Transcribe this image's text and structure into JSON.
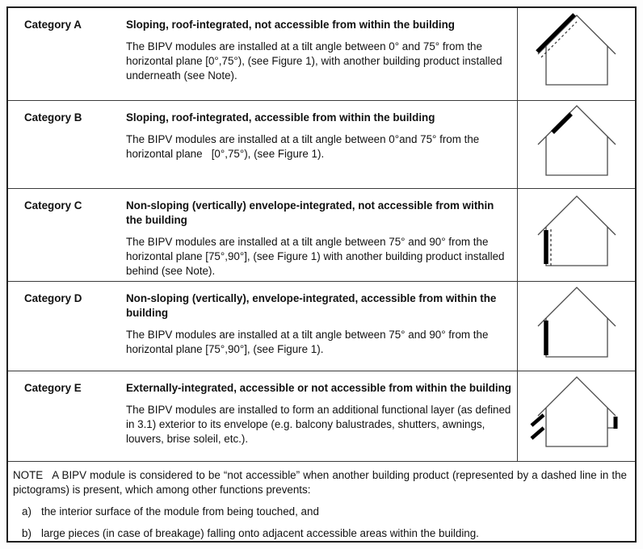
{
  "table": {
    "rows": [
      {
        "label": "Category A",
        "heading": "Sloping, roof-integrated, not accessible from within the building",
        "body": "The BIPV modules are installed at a tilt angle between 0° and 75° from the horizontal plane [0°,75°), (see Figure 1), with another building product installed underneath (see Note).",
        "pictogram": "house-roof-module-with-dashed-layer-icon"
      },
      {
        "label": "Category B",
        "heading": "Sloping, roof-integrated, accessible from within the building",
        "body": "The BIPV modules are installed at a tilt angle between 0°and 75° from the horizontal plane   [0°,75°), (see Figure 1).",
        "pictogram": "house-roof-module-icon"
      },
      {
        "label": "Category C",
        "heading": "Non-sloping (vertically) envelope-integrated, not accessible from within the building",
        "body": "The BIPV modules are installed at a tilt angle between 75° and 90° from the horizontal plane [75°,90°], (see Figure 1) with another building product installed behind (see Note).",
        "pictogram": "house-wall-module-with-dashed-layer-icon"
      },
      {
        "label": "Category D",
        "heading": "Non-sloping (vertically), envelope-integrated, accessible from within the building",
        "body": "The BIPV modules are installed at a tilt angle between 75° and 90° from the horizontal plane [75°,90°], (see Figure 1).",
        "pictogram": "house-wall-module-icon"
      },
      {
        "label": "Category E",
        "heading": "Externally-integrated, accessible or not accessible from within the building",
        "body": "The BIPV modules are installed to form an additional functional layer (as defined in 3.1) exterior to its envelope (e.g. balcony balustrades, shutters, awnings, louvers, brise soleil, etc.).",
        "pictogram": "house-external-louvers-balcony-icon"
      }
    ],
    "note": {
      "label": "NOTE",
      "text": "A BIPV module is considered to be “not accessible” when another building product (represented by a dashed line in the pictograms) is present, which among other functions prevents:",
      "items": [
        {
          "marker": "a)",
          "text": "the interior surface of the module from being touched, and"
        },
        {
          "marker": "b)",
          "text": "large pieces (in case of breakage) falling onto adjacent accessible areas within the building."
        }
      ]
    }
  },
  "colors": {
    "module": "#000000",
    "house_outline": "#4a4a4a",
    "grid_line": "#3a3a3a",
    "text": "#111111",
    "background": "#ffffff"
  }
}
